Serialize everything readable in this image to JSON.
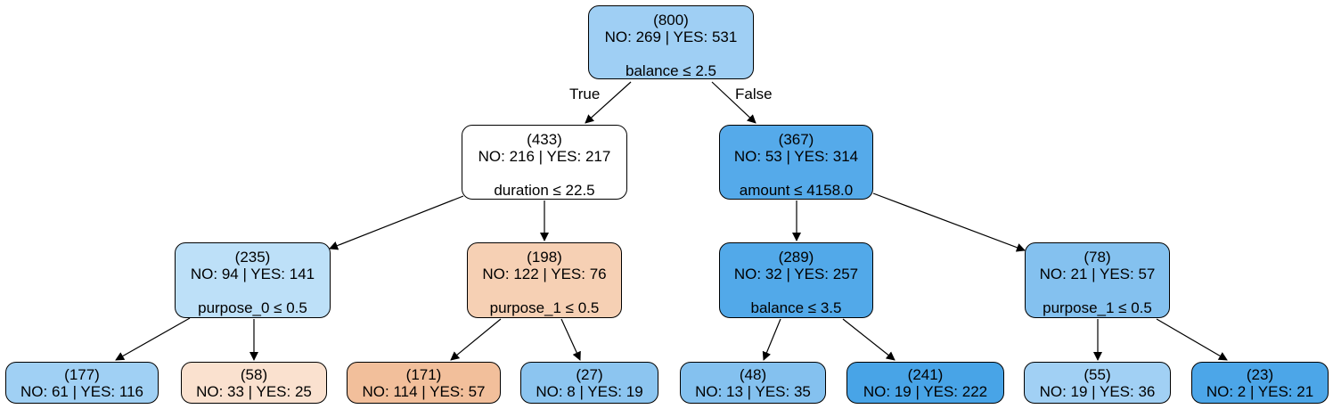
{
  "edge_labels": {
    "true_label": "True",
    "false_label": "False"
  },
  "nodes": {
    "root": {
      "count": "(800)",
      "dist": "NO: 269 | YES: 531",
      "split": "balance ≤ 2.5",
      "fill": "#9fcff4"
    },
    "l": {
      "count": "(433)",
      "dist": "NO: 216 | YES: 217",
      "split": "duration ≤ 22.5",
      "fill": "#ffffff"
    },
    "r": {
      "count": "(367)",
      "dist": "NO: 53 | YES: 314",
      "split": "amount ≤ 4158.0",
      "fill": "#55aaea"
    },
    "ll": {
      "count": "(235)",
      "dist": "NO: 94 | YES: 141",
      "split": "purpose_0 ≤ 0.5",
      "fill": "#bde0f8"
    },
    "lr": {
      "count": "(198)",
      "dist": "NO: 122 | YES: 76",
      "split": "purpose_1 ≤ 0.5",
      "fill": "#f6d0b4"
    },
    "rl": {
      "count": "(289)",
      "dist": "NO: 32 | YES: 257",
      "split": "balance ≤ 3.5",
      "fill": "#52a9e9"
    },
    "rr": {
      "count": "(78)",
      "dist": "NO: 21 | YES: 57",
      "split": "purpose_1 ≤ 0.5",
      "fill": "#84c1ef"
    },
    "lll": {
      "count": "(177)",
      "dist": "NO: 61 | YES: 116",
      "fill": "#a0d0f4"
    },
    "llr": {
      "count": "(58)",
      "dist": "NO: 33 | YES: 25",
      "fill": "#fae1cf"
    },
    "lrl": {
      "count": "(171)",
      "dist": "NO: 114 | YES: 57",
      "fill": "#f2bf9b"
    },
    "lrr": {
      "count": "(27)",
      "dist": "NO: 8 | YES: 19",
      "fill": "#8cc5f0"
    },
    "rll": {
      "count": "(48)",
      "dist": "NO: 13 | YES: 35",
      "fill": "#84c1ef"
    },
    "rlr": {
      "count": "(241)",
      "dist": "NO: 19 | YES: 222",
      "fill": "#48a4e7"
    },
    "rrl": {
      "count": "(55)",
      "dist": "NO: 19 | YES: 36",
      "fill": "#a1d0f4"
    },
    "rrr": {
      "count": "(23)",
      "dist": "NO: 2 | YES: 21",
      "fill": "#4ca6e8"
    }
  }
}
